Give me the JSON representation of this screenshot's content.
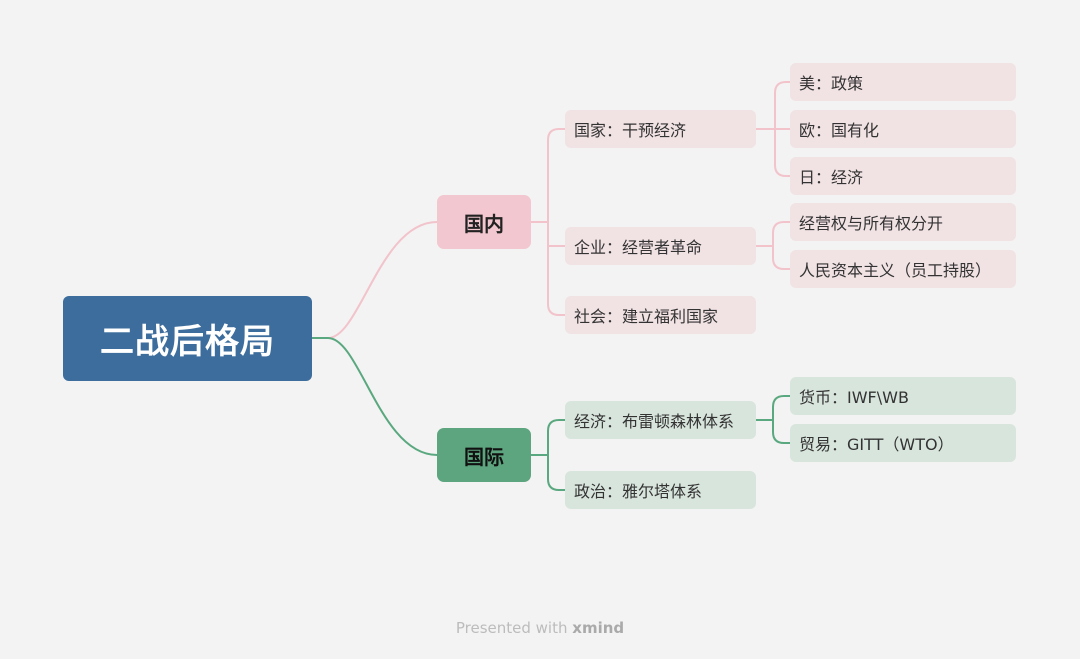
{
  "root": {
    "label": "二战后格局"
  },
  "branches": [
    {
      "label": "国内",
      "children": [
        {
          "label": "国家：干预经济",
          "children": [
            {
              "label": "美：政策"
            },
            {
              "label": "欧：国有化"
            },
            {
              "label": "日：经济"
            }
          ]
        },
        {
          "label": "企业：经营者革命",
          "children": [
            {
              "label": "经营权与所有权分开"
            },
            {
              "label": "人民资本主义（员工持股）"
            }
          ]
        },
        {
          "label": "社会：建立福利国家"
        }
      ]
    },
    {
      "label": "国际",
      "children": [
        {
          "label": "经济：布雷顿森林体系",
          "children": [
            {
              "label": "货币：IWF\\WB"
            },
            {
              "label": "贸易：GITT（WTO）"
            }
          ]
        },
        {
          "label": "政治：雅尔塔体系"
        }
      ]
    }
  ],
  "footer": {
    "prefix": "Presented with",
    "brand": "xmind"
  },
  "colors": {
    "pink_line": "#f2c3cb",
    "green_line": "#5aa87f",
    "root_bg": "#3c6d9c"
  }
}
